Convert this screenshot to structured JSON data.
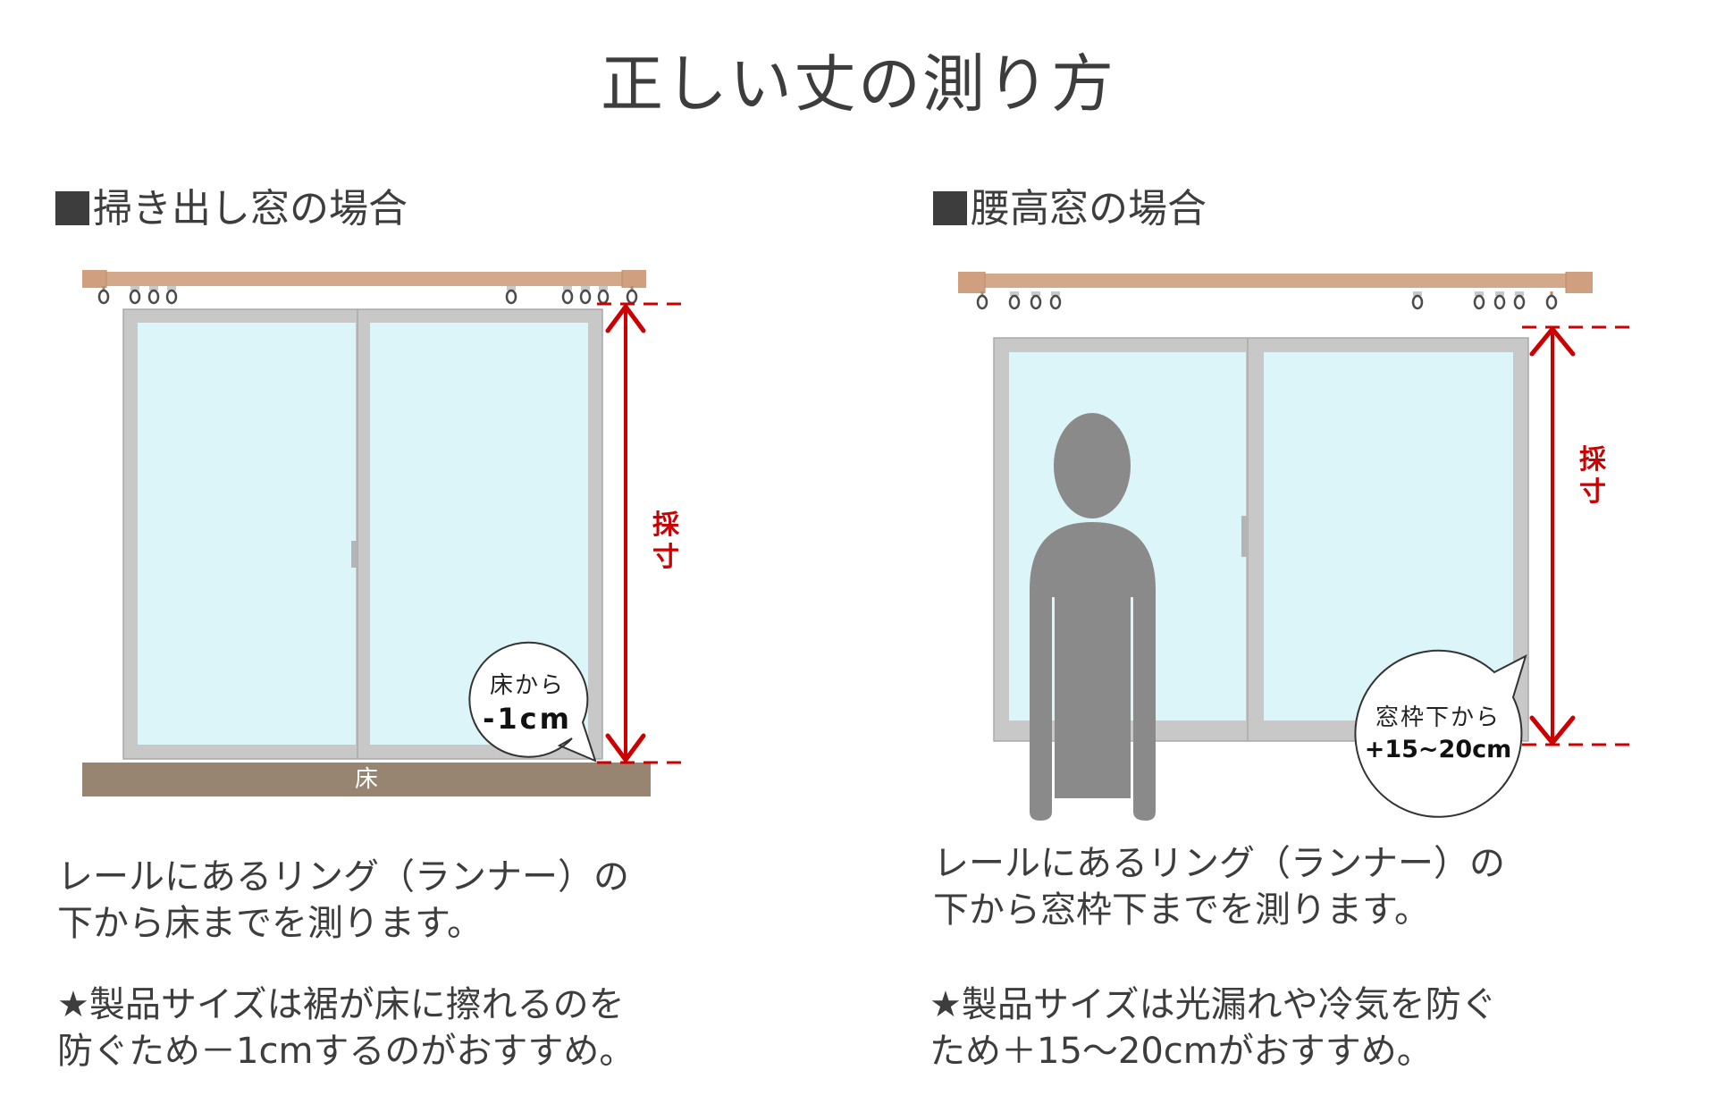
{
  "title": "正しい丈の測り方",
  "colors": {
    "text": "#3d3d3d",
    "rail": "#d4a88a",
    "rail_cap": "#cf9f80",
    "window_frame": "#c8c8c8",
    "glass": "#dcf5f9",
    "floor": "#978572",
    "measure_red": "#cc0000",
    "person": "#8a8a8a"
  },
  "left_panel": {
    "heading": "掃き出し窓の場合",
    "heading_icon": "black-square-icon",
    "measure_label_line1": "採",
    "measure_label_line2": "寸",
    "floor_label": "床",
    "bubble": {
      "line1": "床から",
      "line2": "-1cm"
    },
    "description": {
      "line1": "レールにあるリング（ランナー）の",
      "line2": "下から床までを測ります。"
    },
    "note": {
      "line1": "★製品サイズは裾が床に擦れるのを",
      "line2": "防ぐため－1cmするのがおすすめ。"
    }
  },
  "right_panel": {
    "heading": "腰高窓の場合",
    "heading_icon": "black-square-icon",
    "measure_label_line1": "採",
    "measure_label_line2": "寸",
    "bubble": {
      "line1": "窓枠下から",
      "line2": "+15~20cm"
    },
    "description": {
      "line1": "レールにあるリング（ランナー）の",
      "line2": "下から窓枠下までを測ります。"
    },
    "note": {
      "line1": "★製品サイズは光漏れや冷気を防ぐ",
      "line2": "ため＋15～20cmがおすすめ。"
    }
  }
}
